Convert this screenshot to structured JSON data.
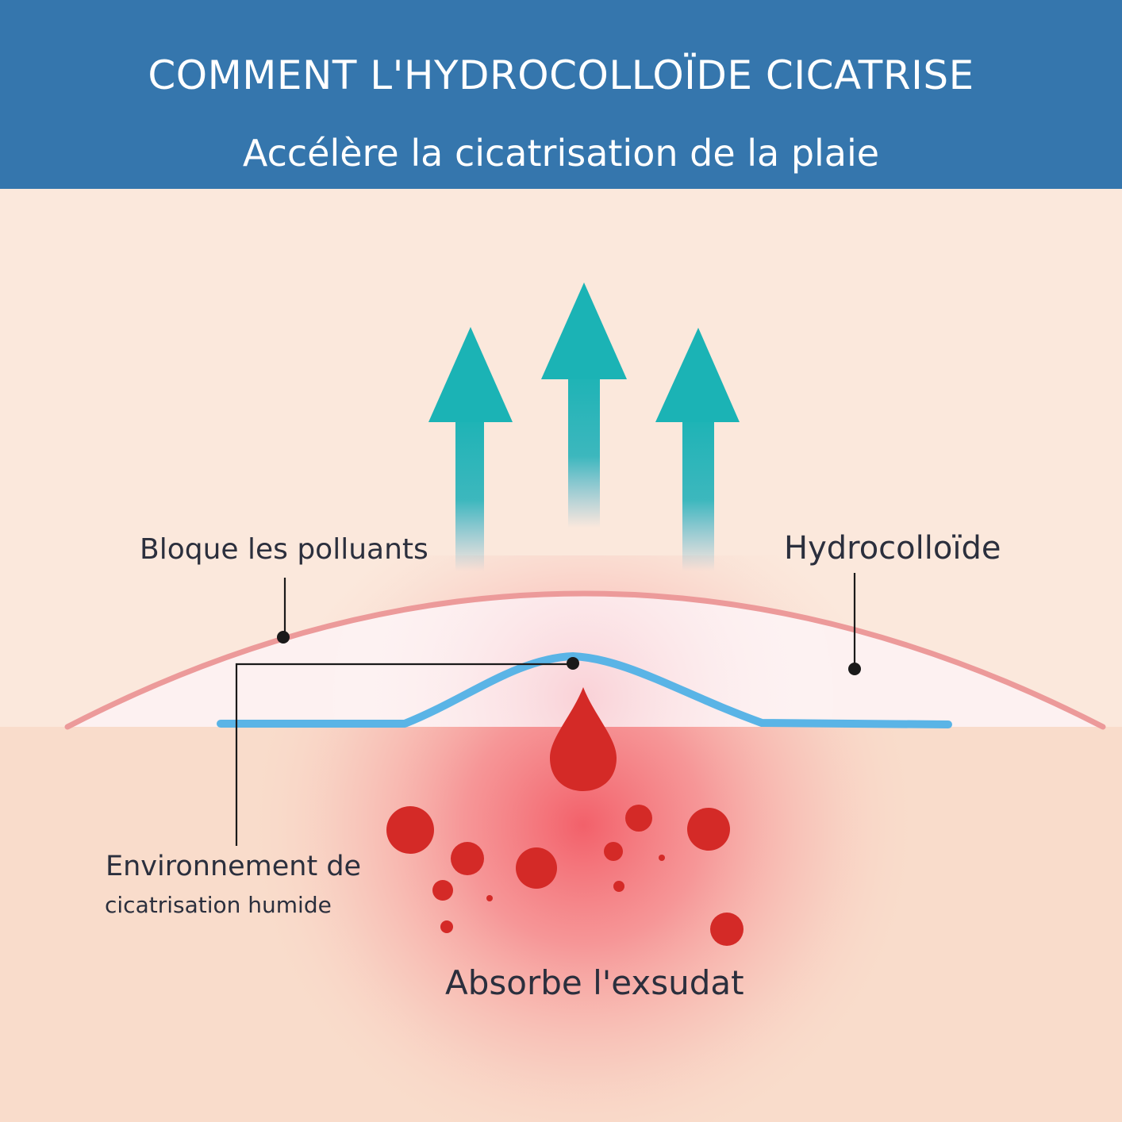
{
  "header": {
    "title": "COMMENT L'HYDROCOLLOÏDE CICATRISE",
    "subtitle": "Accélère la cicatrisation de la plaie"
  },
  "labels": {
    "blocks_pollutants": "Bloque les polluants",
    "hydrocolloid": "Hydrocolloïde",
    "moist_env_line1": "Environnement de",
    "moist_env_line2": "cicatrisation humide",
    "absorbs_exudate": "Absorbe l'exsudat"
  },
  "colors": {
    "header_bg": "#3576ad",
    "upper_bg": "#fbe8dc",
    "skin_bg": "#f9dccb",
    "dressing_outline": "#ec9a9a",
    "blue_layer": "#5ab4e6",
    "arrow": "#1bb3b5",
    "blood": "#d42a27",
    "wound_glow": "#f46a72",
    "pointer": "#1a1a1a"
  },
  "icons": [
    "arrow-up-icon",
    "blood-drop-icon"
  ]
}
